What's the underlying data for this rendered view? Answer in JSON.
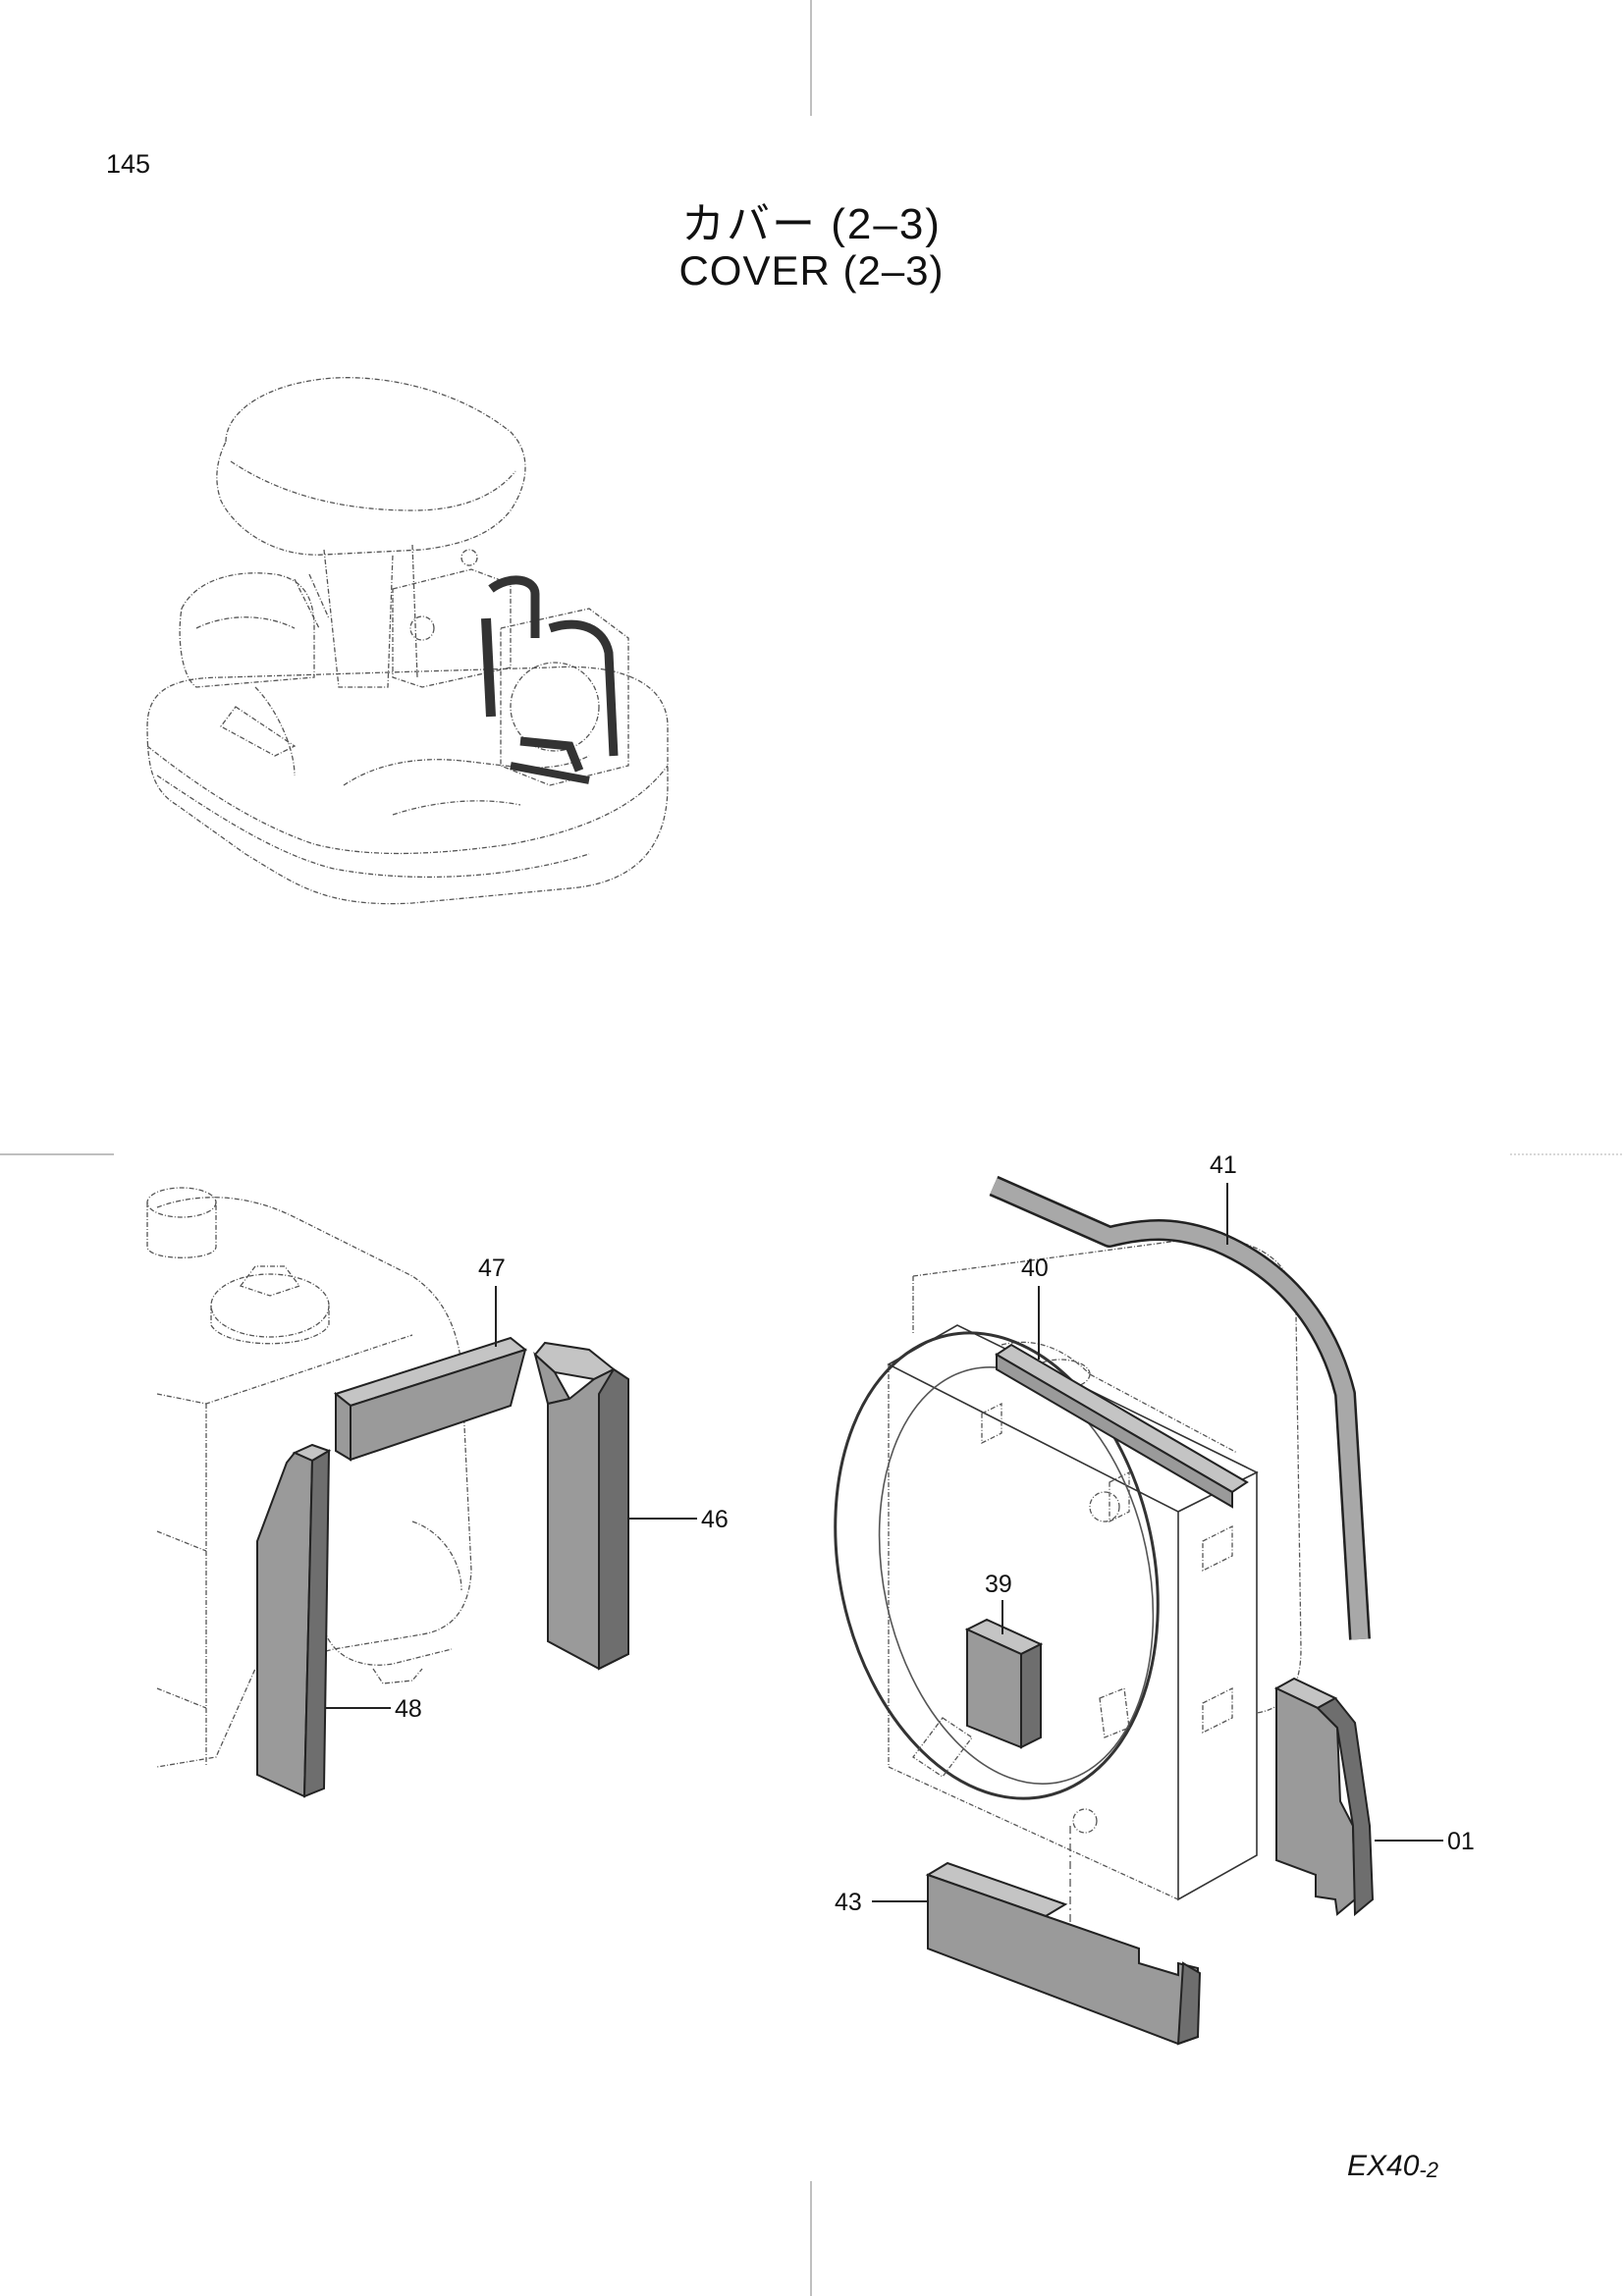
{
  "page_number": "145",
  "title_ja": "カバー (2–3)",
  "title_en": "COVER (2–3)",
  "model": "EX40",
  "model_suffix": "-2",
  "callouts": {
    "c01": "01",
    "c39": "39",
    "c40": "40",
    "c41": "41",
    "c43": "43",
    "c46": "46",
    "c47": "47",
    "c48": "48"
  }
}
